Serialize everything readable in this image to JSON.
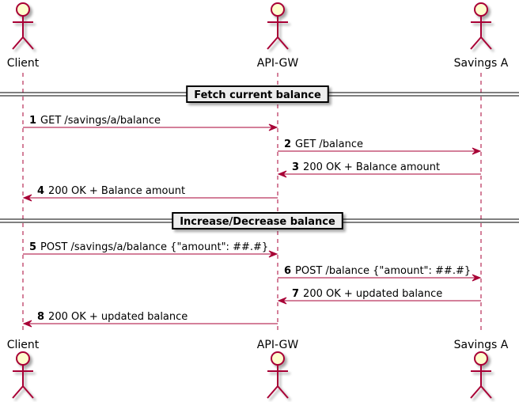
{
  "colors": {
    "line": "#A80036",
    "actor_fill": "#FEFECE",
    "divider_fill": "#EEEEEE",
    "shadow": "#C8C8C8"
  },
  "participants": [
    {
      "id": "client",
      "name": "Client",
      "icon": "actor-stick-figure-icon"
    },
    {
      "id": "apigw",
      "name": "API-GW",
      "icon": "actor-stick-figure-icon"
    },
    {
      "id": "savings",
      "name": "Savings A",
      "icon": "actor-stick-figure-icon"
    }
  ],
  "dividers": [
    {
      "label": "Fetch current balance"
    },
    {
      "label": "Increase/Decrease balance"
    }
  ],
  "messages": [
    {
      "num": "1",
      "from": "client",
      "to": "apigw",
      "text": "GET /savings/a/balance"
    },
    {
      "num": "2",
      "from": "apigw",
      "to": "savings",
      "text": "GET /balance"
    },
    {
      "num": "3",
      "from": "savings",
      "to": "apigw",
      "text": "200 OK + Balance amount"
    },
    {
      "num": "4",
      "from": "apigw",
      "to": "client",
      "text": "200 OK + Balance amount"
    },
    {
      "num": "5",
      "from": "client",
      "to": "apigw",
      "text": "POST /savings/a/balance {\"amount\": ##.#}"
    },
    {
      "num": "6",
      "from": "apigw",
      "to": "savings",
      "text": "POST /balance {\"amount\": ##.#}"
    },
    {
      "num": "7",
      "from": "savings",
      "to": "apigw",
      "text": "200 OK + updated balance"
    },
    {
      "num": "8",
      "from": "apigw",
      "to": "client",
      "text": "200 OK + updated balance"
    }
  ]
}
